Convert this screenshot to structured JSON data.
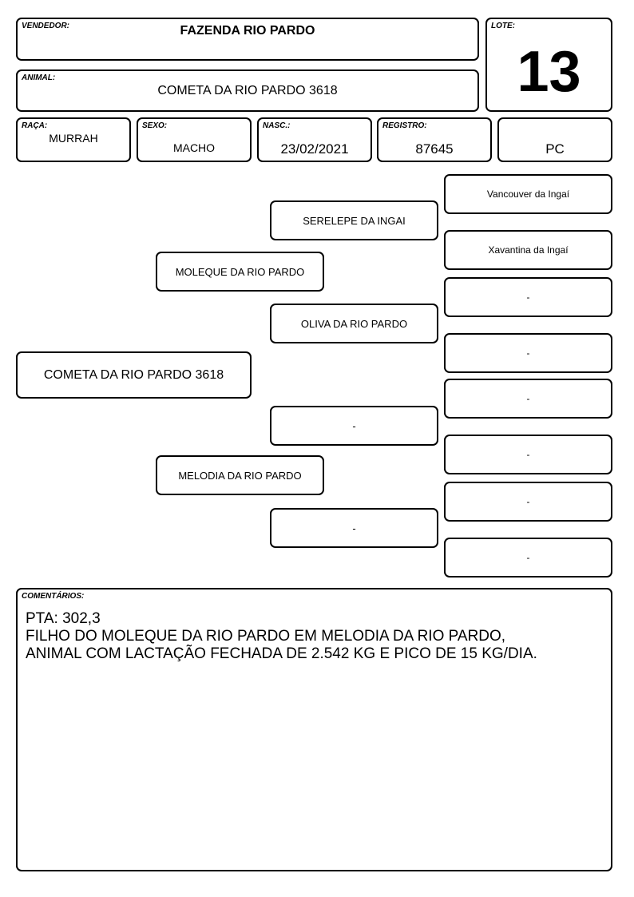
{
  "vendedor": {
    "label": "VENDEDOR:",
    "value": "FAZENDA RIO PARDO"
  },
  "lote": {
    "label": "LOTE:",
    "value": "13"
  },
  "animal": {
    "label": "ANIMAL:",
    "value": "COMETA DA RIO PARDO 3618"
  },
  "raca": {
    "label": "RAÇA:",
    "value": "MURRAH"
  },
  "sexo": {
    "label": "SEXO:",
    "value": "MACHO"
  },
  "nasc": {
    "label": "NASC.:",
    "value": "23/02/2021"
  },
  "registro": {
    "label": "REGISTRO:",
    "value": "87645"
  },
  "tipo_registro": "PC",
  "pedigree": {
    "animal": "COMETA DA RIO PARDO 3618",
    "sire": "MOLEQUE DA RIO PARDO",
    "dam": "MELODIA DA RIO PARDO",
    "sire_sire": "SERELEPE DA INGAI",
    "sire_dam": "OLIVA DA RIO PARDO",
    "dam_sire": "-",
    "dam_dam": "-",
    "ggp": [
      "Vancouver da Ingaí",
      "Xavantina da Ingaí",
      "-",
      "-",
      "-",
      "-",
      "-",
      "-"
    ]
  },
  "comments": {
    "label": "COMENTÁRIOS:",
    "lines": [
      "PTA: 302,3",
      "FILHO DO MOLEQUE DA RIO PARDO EM MELODIA DA RIO PARDO,",
      "ANIMAL COM LACTAÇÃO FECHADA DE 2.542 KG E PICO DE 15 KG/DIA."
    ]
  }
}
